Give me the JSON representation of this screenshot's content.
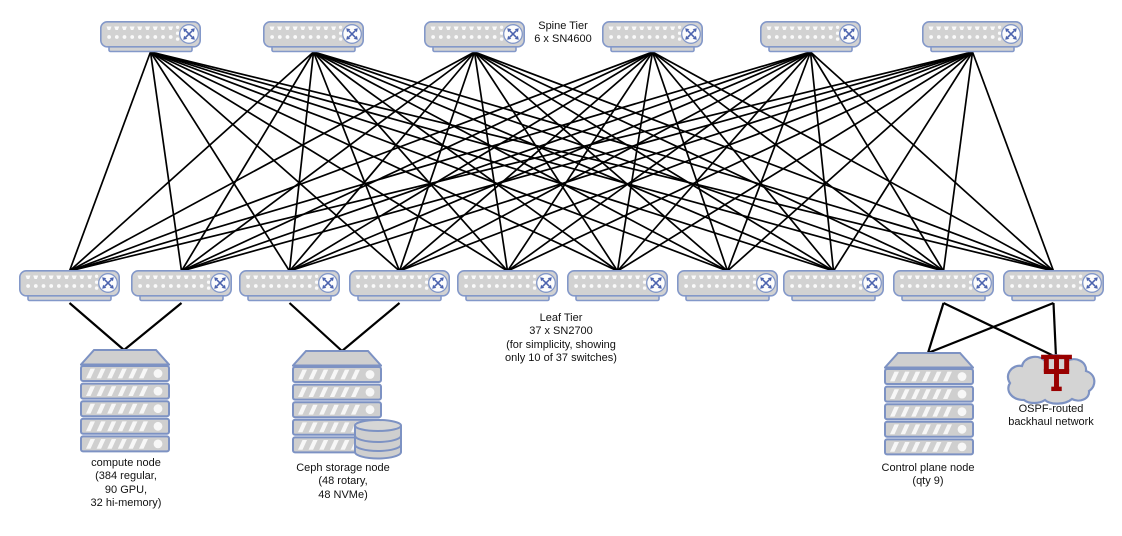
{
  "spine_tier": {
    "count": 6,
    "label_lines": [
      "Spine Tier",
      "6 x SN4600"
    ]
  },
  "leaf_tier": {
    "shown_count": 10,
    "total_count": 37,
    "label_lines": [
      "Leaf Tier",
      "37 x SN2700",
      "(for simplicity, showing",
      "only 10 of 37 switches)"
    ]
  },
  "nodes": {
    "compute": {
      "label_lines": [
        "compute node",
        "(384 regular,",
        "90 GPU,",
        "32 hi-memory)"
      ]
    },
    "ceph": {
      "label_lines": [
        "Ceph storage node",
        "(48 rotary,",
        "48 NVMe)"
      ]
    },
    "control": {
      "label_lines": [
        "Control plane node",
        "(qty 9)"
      ]
    },
    "cloud": {
      "label_lines": [
        "OSPF-routed",
        "backhaul network"
      ],
      "logo": "indiana-university-trident"
    }
  },
  "topology": {
    "spine_to_leaf": "full-mesh",
    "leaf_links": [
      {
        "from_leaf": 1,
        "to": "compute"
      },
      {
        "from_leaf": 2,
        "to": "compute"
      },
      {
        "from_leaf": 3,
        "to": "ceph"
      },
      {
        "from_leaf": 4,
        "to": "ceph"
      },
      {
        "from_leaf": 9,
        "to": "control"
      },
      {
        "from_leaf": 9,
        "to": "cloud"
      },
      {
        "from_leaf": 10,
        "to": "control"
      },
      {
        "from_leaf": 10,
        "to": "cloud"
      }
    ]
  },
  "colors": {
    "background": "#ffffff",
    "device_fill": "#d2d2d2",
    "device_border": "#8398c9",
    "rack_border": "#7d92c3",
    "port_white": "#fafafa",
    "switch_arrow_blue": "#4a62ae",
    "link_line": "#000000",
    "iu_crimson": "#990000"
  }
}
